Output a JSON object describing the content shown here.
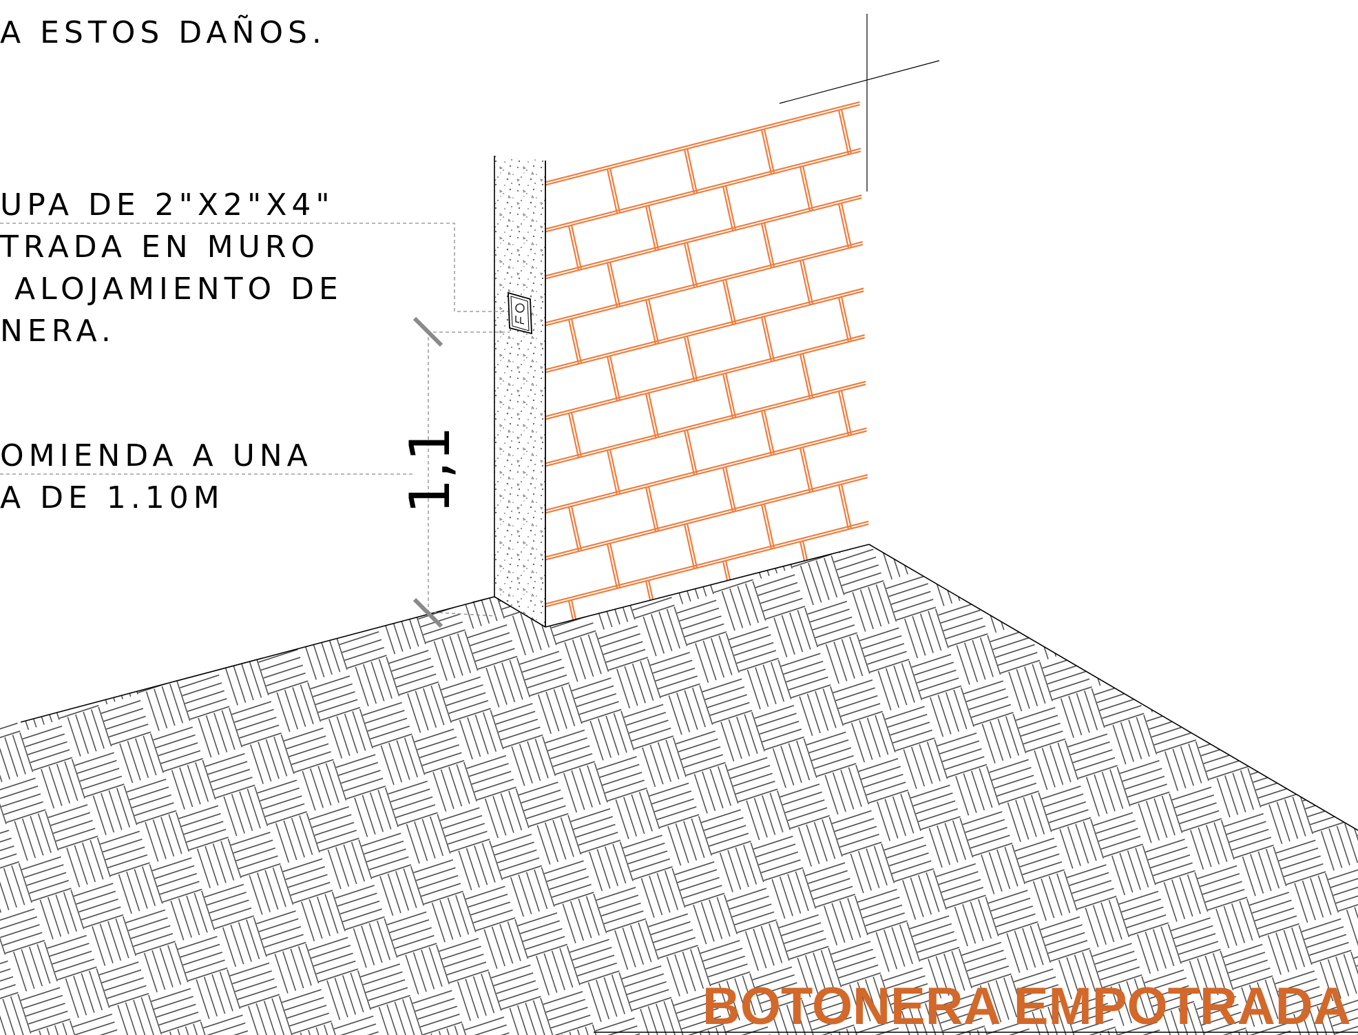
{
  "notes": {
    "top_line": "A ESTOS DAÑOS.",
    "pipe_note": [
      "UPA DE 2\"X2\"X4\"",
      "TRADA EN MURO",
      " ALOJAMIENTO DE",
      "NERA."
    ],
    "height_note": [
      "OMIENDA A UNA",
      "A DE 1.10M"
    ]
  },
  "dimension": {
    "value": "1,1"
  },
  "title": {
    "text": "BOTONERA EMPOTRADA"
  },
  "colors": {
    "brick": "#f07c3c",
    "title": "#d2682a",
    "line": "#000000",
    "leader": "#8a8a8a"
  }
}
